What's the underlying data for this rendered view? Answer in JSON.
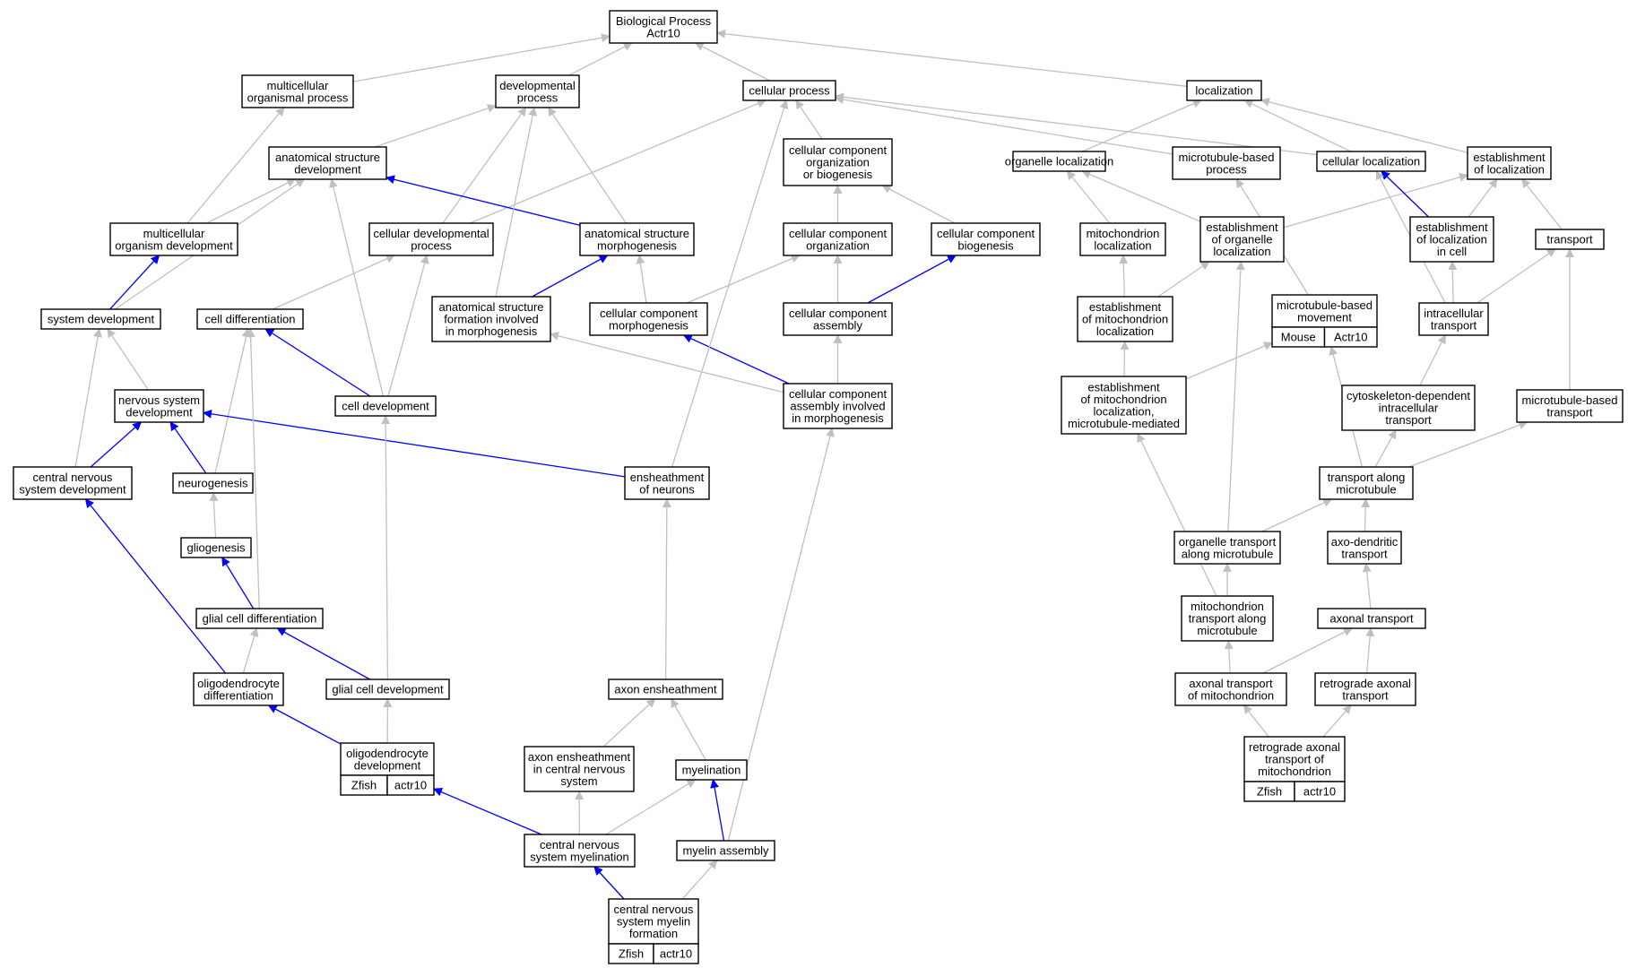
{
  "colors": {
    "edge_gray": "#c0c0c0",
    "edge_blue": "#0000ff",
    "zfish": "#5b8def",
    "mouse": "#add8e6",
    "node_border": "#000000",
    "node_fill": "#ffffff"
  },
  "nodes": {
    "bp": [
      "Biological Process",
      "Actr10"
    ],
    "mop": [
      "multicellular",
      "organismal process"
    ],
    "dp": [
      "developmental",
      "process"
    ],
    "cp": [
      "cellular process"
    ],
    "loc": [
      "localization"
    ],
    "asd": [
      "anatomical structure",
      "development"
    ],
    "ccob": [
      "cellular component",
      "organization",
      "or biogenesis"
    ],
    "ol": [
      "organelle localization"
    ],
    "mbp": [
      "microtubule-based",
      "process"
    ],
    "cl": [
      "cellular localization"
    ],
    "eloc": [
      "establishment",
      "of localization"
    ],
    "mod": [
      "multicellular",
      "organism development"
    ],
    "cdp": [
      "cellular developmental",
      "process"
    ],
    "asm": [
      "anatomical structure",
      "morphogenesis"
    ],
    "cco": [
      "cellular component",
      "organization"
    ],
    "ccb": [
      "cellular component",
      "biogenesis"
    ],
    "ml": [
      "mitochondrion",
      "localization"
    ],
    "eol": [
      "establishment",
      "of organelle",
      "localization"
    ],
    "elc": [
      "establishment",
      "of localization",
      "in cell"
    ],
    "tr": [
      "transport"
    ],
    "sd": [
      "system development"
    ],
    "cdiff": [
      "cell differentiation"
    ],
    "asfm": [
      "anatomical structure",
      "formation involved",
      "in morphogenesis"
    ],
    "ccm": [
      "cellular component",
      "morphogenesis"
    ],
    "cca": [
      "cellular component",
      "assembly"
    ],
    "eml": [
      "establishment",
      "of mitochondrion",
      "localization"
    ],
    "mbm": [
      "microtubule-based",
      "movement"
    ],
    "it": [
      "intracellular",
      "transport"
    ],
    "nsd": [
      "nervous system",
      "development"
    ],
    "cdev": [
      "cell development"
    ],
    "ccaim": [
      "cellular component",
      "assembly involved",
      "in morphogenesis"
    ],
    "emlmt": [
      "establishment",
      "of mitochondrion",
      "localization,",
      "microtubule-mediated"
    ],
    "cdit": [
      "cytoskeleton-dependent",
      "intracellular",
      "transport"
    ],
    "mbt": [
      "microtubule-based",
      "transport"
    ],
    "cnsd": [
      "central nervous",
      "system development"
    ],
    "neur": [
      "neurogenesis"
    ],
    "eon": [
      "ensheathment",
      "of neurons"
    ],
    "tam": [
      "transport along",
      "microtubule"
    ],
    "glio": [
      "gliogenesis"
    ],
    "otam": [
      "organelle transport",
      "along microtubule"
    ],
    "adt": [
      "axo-dendritic",
      "transport"
    ],
    "gcd": [
      "glial cell differentiation"
    ],
    "mtam": [
      "mitochondrion",
      "transport along",
      "microtubule"
    ],
    "at": [
      "axonal transport"
    ],
    "od": [
      "oligodendrocyte",
      "differentiation"
    ],
    "gcdev": [
      "glial cell development"
    ],
    "ae": [
      "axon ensheathment"
    ],
    "atm": [
      "axonal transport",
      "of mitochondrion"
    ],
    "rat": [
      "retrograde axonal",
      "transport"
    ],
    "odev": [
      "oligodendrocyte",
      "development"
    ],
    "aecns": [
      "axon ensheathment",
      "in central nervous",
      "system"
    ],
    "myel": [
      "myelination"
    ],
    "ratm": [
      "retrograde axonal",
      "transport of",
      "mitochondrion"
    ],
    "cnsm": [
      "central nervous",
      "system myelination"
    ],
    "ma": [
      "myelin assembly"
    ],
    "cnsmf": [
      "central nervous",
      "system myelin",
      "formation"
    ]
  },
  "annotations": {
    "mbm": [
      "Mouse",
      "Actr10"
    ],
    "odev": [
      "Zfish",
      "actr10"
    ],
    "ratm": [
      "Zfish",
      "actr10"
    ],
    "cnsmf": [
      "Zfish",
      "actr10"
    ]
  },
  "edges": [
    {
      "from": "mop",
      "to": "bp",
      "color": "gray"
    },
    {
      "from": "dp",
      "to": "bp",
      "color": "gray"
    },
    {
      "from": "cp",
      "to": "bp",
      "color": "gray"
    },
    {
      "from": "loc",
      "to": "bp",
      "color": "gray"
    },
    {
      "from": "asd",
      "to": "dp",
      "color": "gray"
    },
    {
      "from": "ccob",
      "to": "cp",
      "color": "gray"
    },
    {
      "from": "mbp",
      "to": "cp",
      "color": "gray"
    },
    {
      "from": "cl",
      "to": "cp",
      "color": "gray"
    },
    {
      "from": "ol",
      "to": "loc",
      "color": "gray"
    },
    {
      "from": "cl",
      "to": "loc",
      "color": "gray"
    },
    {
      "from": "eloc",
      "to": "loc",
      "color": "gray"
    },
    {
      "from": "mod",
      "to": "mop",
      "color": "gray"
    },
    {
      "from": "mod",
      "to": "asd",
      "color": "gray"
    },
    {
      "from": "cdp",
      "to": "dp",
      "color": "gray"
    },
    {
      "from": "cdp",
      "to": "cp",
      "color": "gray"
    },
    {
      "from": "asm",
      "to": "dp",
      "color": "gray"
    },
    {
      "from": "asm",
      "to": "asd",
      "color": "blue"
    },
    {
      "from": "asfm",
      "to": "dp",
      "color": "gray"
    },
    {
      "from": "cco",
      "to": "ccob",
      "color": "gray"
    },
    {
      "from": "ccb",
      "to": "ccob",
      "color": "gray"
    },
    {
      "from": "ml",
      "to": "ol",
      "color": "gray"
    },
    {
      "from": "eol",
      "to": "ol",
      "color": "gray"
    },
    {
      "from": "eol",
      "to": "eloc",
      "color": "gray"
    },
    {
      "from": "elc",
      "to": "cl",
      "color": "blue"
    },
    {
      "from": "elc",
      "to": "eloc",
      "color": "gray"
    },
    {
      "from": "tr",
      "to": "eloc",
      "color": "gray"
    },
    {
      "from": "sd",
      "to": "mod",
      "color": "blue"
    },
    {
      "from": "sd",
      "to": "asd",
      "color": "gray"
    },
    {
      "from": "cdiff",
      "to": "cdp",
      "color": "gray"
    },
    {
      "from": "asfm",
      "to": "asm",
      "color": "blue"
    },
    {
      "from": "ccm",
      "to": "asm",
      "color": "gray"
    },
    {
      "from": "ccm",
      "to": "cco",
      "color": "gray"
    },
    {
      "from": "cca",
      "to": "cco",
      "color": "gray"
    },
    {
      "from": "cca",
      "to": "ccb",
      "color": "blue"
    },
    {
      "from": "eml",
      "to": "ml",
      "color": "gray"
    },
    {
      "from": "eml",
      "to": "eol",
      "color": "gray"
    },
    {
      "from": "mbm",
      "to": "mbp",
      "color": "gray"
    },
    {
      "from": "it",
      "to": "cl",
      "color": "gray"
    },
    {
      "from": "it",
      "to": "elc",
      "color": "gray"
    },
    {
      "from": "it",
      "to": "tr",
      "color": "gray"
    },
    {
      "from": "nsd",
      "to": "sd",
      "color": "gray"
    },
    {
      "from": "cdev",
      "to": "cdiff",
      "color": "blue"
    },
    {
      "from": "cdev",
      "to": "asd",
      "color": "gray"
    },
    {
      "from": "cdev",
      "to": "cdp",
      "color": "gray"
    },
    {
      "from": "ccaim",
      "to": "asfm",
      "color": "gray"
    },
    {
      "from": "ccaim",
      "to": "ccm",
      "color": "blue"
    },
    {
      "from": "ccaim",
      "to": "cca",
      "color": "gray"
    },
    {
      "from": "emlmt",
      "to": "eml",
      "color": "gray"
    },
    {
      "from": "emlmt",
      "to": "mbm",
      "color": "gray"
    },
    {
      "from": "cdit",
      "to": "it",
      "color": "gray"
    },
    {
      "from": "mbt",
      "to": "tr",
      "color": "gray"
    },
    {
      "from": "cnsd",
      "to": "sd",
      "color": "gray"
    },
    {
      "from": "cnsd",
      "to": "nsd",
      "color": "blue"
    },
    {
      "from": "neur",
      "to": "nsd",
      "color": "blue"
    },
    {
      "from": "neur",
      "to": "cdiff",
      "color": "gray"
    },
    {
      "from": "eon",
      "to": "nsd",
      "color": "blue"
    },
    {
      "from": "eon",
      "to": "cp",
      "color": "gray"
    },
    {
      "from": "tam",
      "to": "mbm",
      "color": "gray"
    },
    {
      "from": "tam",
      "to": "cdit",
      "color": "gray"
    },
    {
      "from": "tam",
      "to": "mbt",
      "color": "gray"
    },
    {
      "from": "glio",
      "to": "neur",
      "color": "gray"
    },
    {
      "from": "otam",
      "to": "eol",
      "color": "gray"
    },
    {
      "from": "otam",
      "to": "tam",
      "color": "gray"
    },
    {
      "from": "adt",
      "to": "tam",
      "color": "gray"
    },
    {
      "from": "gcd",
      "to": "glio",
      "color": "blue"
    },
    {
      "from": "gcd",
      "to": "cdiff",
      "color": "gray"
    },
    {
      "from": "mtam",
      "to": "otam",
      "color": "gray"
    },
    {
      "from": "mtam",
      "to": "emlmt",
      "color": "gray"
    },
    {
      "from": "at",
      "to": "adt",
      "color": "gray"
    },
    {
      "from": "od",
      "to": "cnsd",
      "color": "blue"
    },
    {
      "from": "od",
      "to": "gcd",
      "color": "gray"
    },
    {
      "from": "gcdev",
      "to": "gcd",
      "color": "blue"
    },
    {
      "from": "gcdev",
      "to": "cdev",
      "color": "gray"
    },
    {
      "from": "ae",
      "to": "eon",
      "color": "gray"
    },
    {
      "from": "atm",
      "to": "mtam",
      "color": "gray"
    },
    {
      "from": "atm",
      "to": "at",
      "color": "gray"
    },
    {
      "from": "rat",
      "to": "at",
      "color": "gray"
    },
    {
      "from": "odev",
      "to": "od",
      "color": "blue"
    },
    {
      "from": "odev",
      "to": "gcdev",
      "color": "gray"
    },
    {
      "from": "aecns",
      "to": "ae",
      "color": "gray"
    },
    {
      "from": "myel",
      "to": "ae",
      "color": "gray"
    },
    {
      "from": "ratm",
      "to": "atm",
      "color": "gray"
    },
    {
      "from": "ratm",
      "to": "rat",
      "color": "gray"
    },
    {
      "from": "cnsm",
      "to": "odev",
      "color": "blue"
    },
    {
      "from": "cnsm",
      "to": "aecns",
      "color": "gray"
    },
    {
      "from": "cnsm",
      "to": "myel",
      "color": "gray"
    },
    {
      "from": "ma",
      "to": "myel",
      "color": "blue"
    },
    {
      "from": "ma",
      "to": "ccaim",
      "color": "gray"
    },
    {
      "from": "cnsmf",
      "to": "cnsm",
      "color": "blue"
    },
    {
      "from": "cnsmf",
      "to": "ma",
      "color": "gray"
    }
  ]
}
